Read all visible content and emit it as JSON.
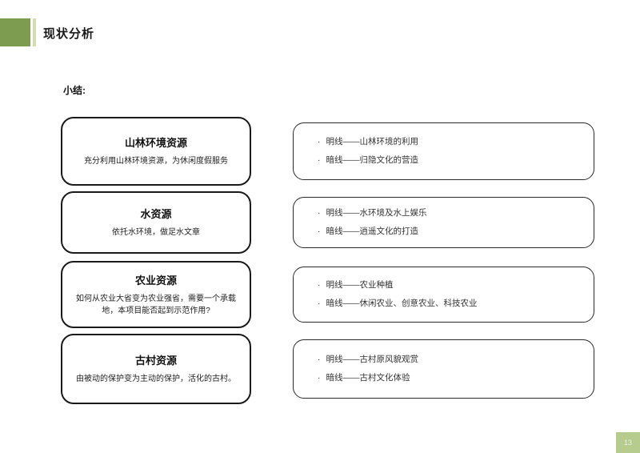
{
  "header": {
    "title": "现状分析"
  },
  "section_label": "小结:",
  "bullet_marker": "·",
  "rows": [
    {
      "title": "山林环境资源",
      "desc": "充分利用山林环境资源，为休闲度假服务",
      "bullets": [
        "明线——山林环境的利用",
        "暗线——归隐文化的营造"
      ]
    },
    {
      "title": "水资源",
      "desc": "依托水环境，做足水文章",
      "bullets": [
        "明线——水环境及水上娱乐",
        "暗线——逍遥文化的打造"
      ]
    },
    {
      "title": "农业资源",
      "desc": "如何从农业大省变为农业强省，需要一个承载地，本项目能否起到示范作用?",
      "bullets": [
        "明线——农业种植",
        "暗线——休闲农业、创意农业、科技农业"
      ]
    },
    {
      "title": "古村资源",
      "desc": "由被动的保护变为主动的保护，活化的古村。",
      "bullets": [
        "明线——古村原风貌观赏",
        "暗线——古村文化体验"
      ]
    }
  ],
  "page_number": "13",
  "colors": {
    "accent_green": "#7e9c50",
    "accent_stripe": "#cfdfae",
    "badge_green": "#b6cb8e"
  }
}
